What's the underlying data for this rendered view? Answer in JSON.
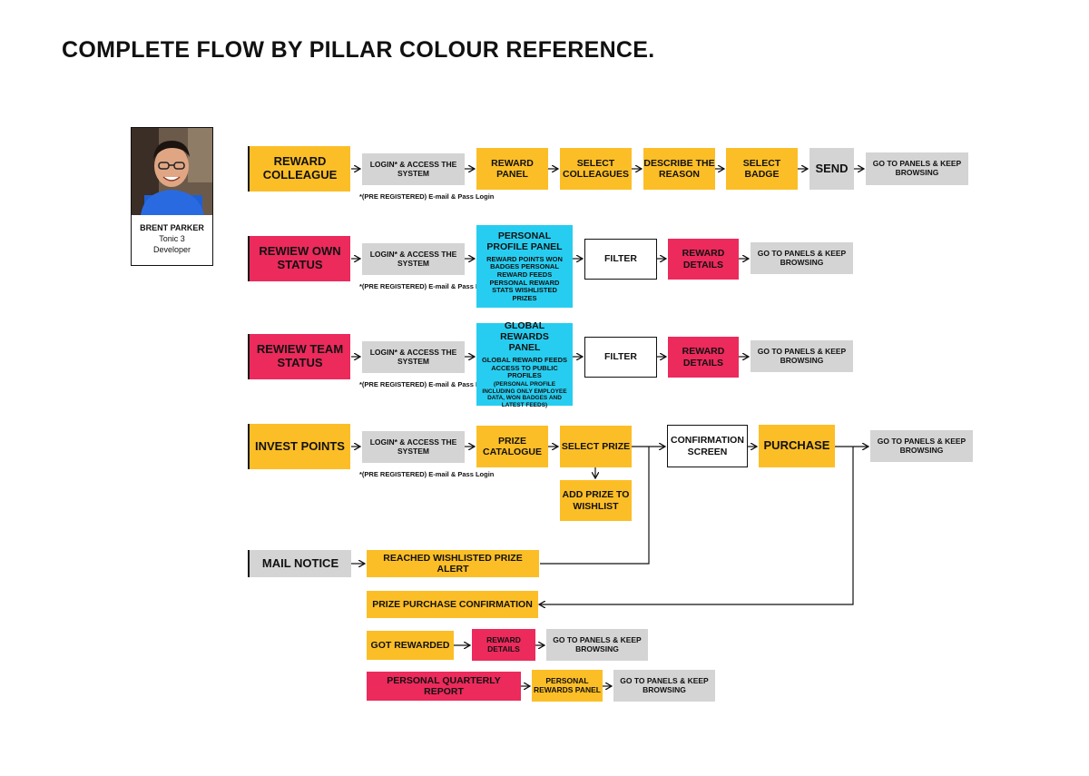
{
  "title": "COMPLETE FLOW BY PILLAR COLOUR REFERENCE.",
  "profile": {
    "name": "BRENT PARKER",
    "company": "Tonic 3",
    "role": "Developer"
  },
  "colors": {
    "yellow": "#fcbe27",
    "pink": "#ec2a5c",
    "grey": "#d4d4d4",
    "cyan": "#27cdf0"
  },
  "flows": {
    "reward": {
      "start": "REWARD COLLEAGUE",
      "login": "LOGIN* & ACCESS THE SYSTEM",
      "note": "*(PRE REGISTERED) E-mail & Pass Login",
      "panel": "REWARD PANEL",
      "select_colleagues": "SELECT COLLEAGUES",
      "describe": "DESCRIBE THE REASON",
      "select_badge": "SELECT BADGE",
      "send": "SEND",
      "end": "GO TO PANELS & KEEP BROWSING"
    },
    "own": {
      "start": "REWIEW OWN STATUS",
      "login": "LOGIN* & ACCESS THE SYSTEM",
      "note": "*(PRE REGISTERED) E-mail & Pass Login",
      "panel_title": "PERSONAL PROFILE PANEL",
      "panel_items": "REWARD POINTS WON BADGES PERSONAL REWARD FEEDS PERSONAL REWARD STATS WISHLISTED PRIZES",
      "filter": "FILTER",
      "details": "REWARD DETAILS",
      "end": "GO TO PANELS & KEEP BROWSING"
    },
    "team": {
      "start": "REWIEW TEAM STATUS",
      "login": "LOGIN* & ACCESS THE SYSTEM",
      "note": "*(PRE REGISTERED) E-mail & Pass Login",
      "panel_title": "GLOBAL REWARDS PANEL",
      "panel_items": "GLOBAL REWARD FEEDS ACCESS TO PUBLIC PROFILES",
      "panel_extra": "(Personal Profile including only employee data, won Badges and latest feeds)",
      "filter": "FILTER",
      "details": "REWARD DETAILS",
      "end": "GO TO PANELS & KEEP BROWSING"
    },
    "invest": {
      "start": "INVEST POINTS",
      "login": "LOGIN* & ACCESS THE SYSTEM",
      "note": "*(PRE REGISTERED) E-mail & Pass Login",
      "catalogue": "PRIZE CATALOGUE",
      "select_prize": "SELECT PRIZE",
      "add_wishlist": "ADD PRIZE TO WISHLIST",
      "confirmation": "CONFIRMATION SCREEN",
      "purchase": "PURCHASE",
      "end": "GO TO PANELS & KEEP BROWSING"
    }
  },
  "mail": {
    "label": "MAIL NOTICE",
    "wishlist_alert": "REACHED WISHLISTED PRIZE ALERT",
    "purchase_confirmation": "PRIZE PURCHASE CONFIRMATION",
    "got_rewarded": "GOT REWARDED",
    "reward_details": "REWARD DETAILS",
    "end1": "GO TO PANELS & KEEP BROWSING",
    "quarterly": "PERSONAL QUARTERLY REPORT",
    "rewards_panel": "PERSONAL REWARDS PANEL",
    "end2": "GO TO PANELS & KEEP BROWSING"
  }
}
